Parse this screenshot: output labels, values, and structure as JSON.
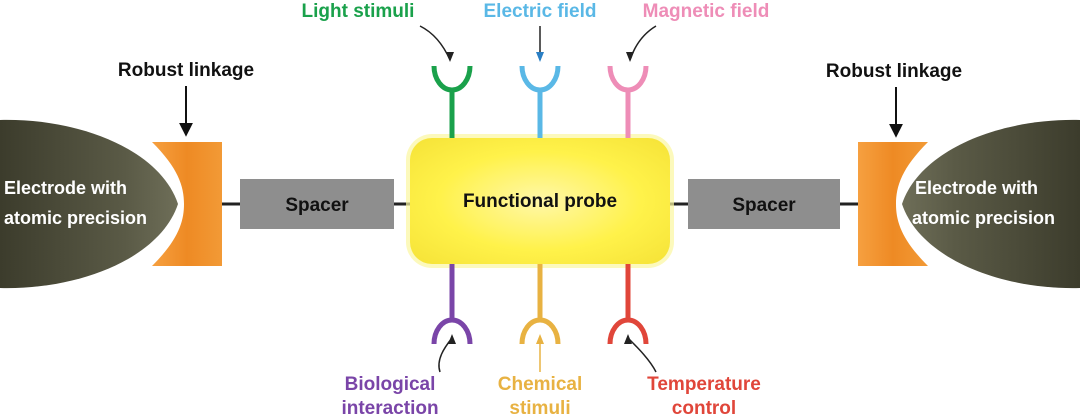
{
  "labels": {
    "left_linkage": "Robust linkage",
    "right_linkage": "Robust linkage",
    "left_electrode_line1": "Electrode with",
    "left_electrode_line2": "atomic precision",
    "right_electrode_line1": "Electrode with",
    "right_electrode_line2": "atomic precision",
    "left_spacer": "Spacer",
    "right_spacer": "Spacer",
    "probe": "Functional probe"
  },
  "stimuli_top": [
    {
      "label": "Light stimuli",
      "color": "#1aa14b"
    },
    {
      "label": "Electric field",
      "color": "#5ab8e6"
    },
    {
      "label": "Magnetic field",
      "color": "#ee8db7"
    }
  ],
  "stimuli_bottom": [
    {
      "line1": "Biological",
      "line2": "interaction",
      "color": "#7a45a8"
    },
    {
      "line1": "Chemical",
      "line2": "stimuli",
      "color": "#e8b242"
    },
    {
      "line1": "Temperature",
      "line2": "control",
      "color": "#e0463a"
    }
  ],
  "colors": {
    "probe_fill": "#fff266",
    "probe_glow": "#fbf7a0",
    "spacer_fill": "#8e8e8e",
    "electrode_fill": "#4a4a38",
    "linkage_fill": "#f08a22",
    "text": "#111111",
    "electrode_text": "#ffffff"
  }
}
